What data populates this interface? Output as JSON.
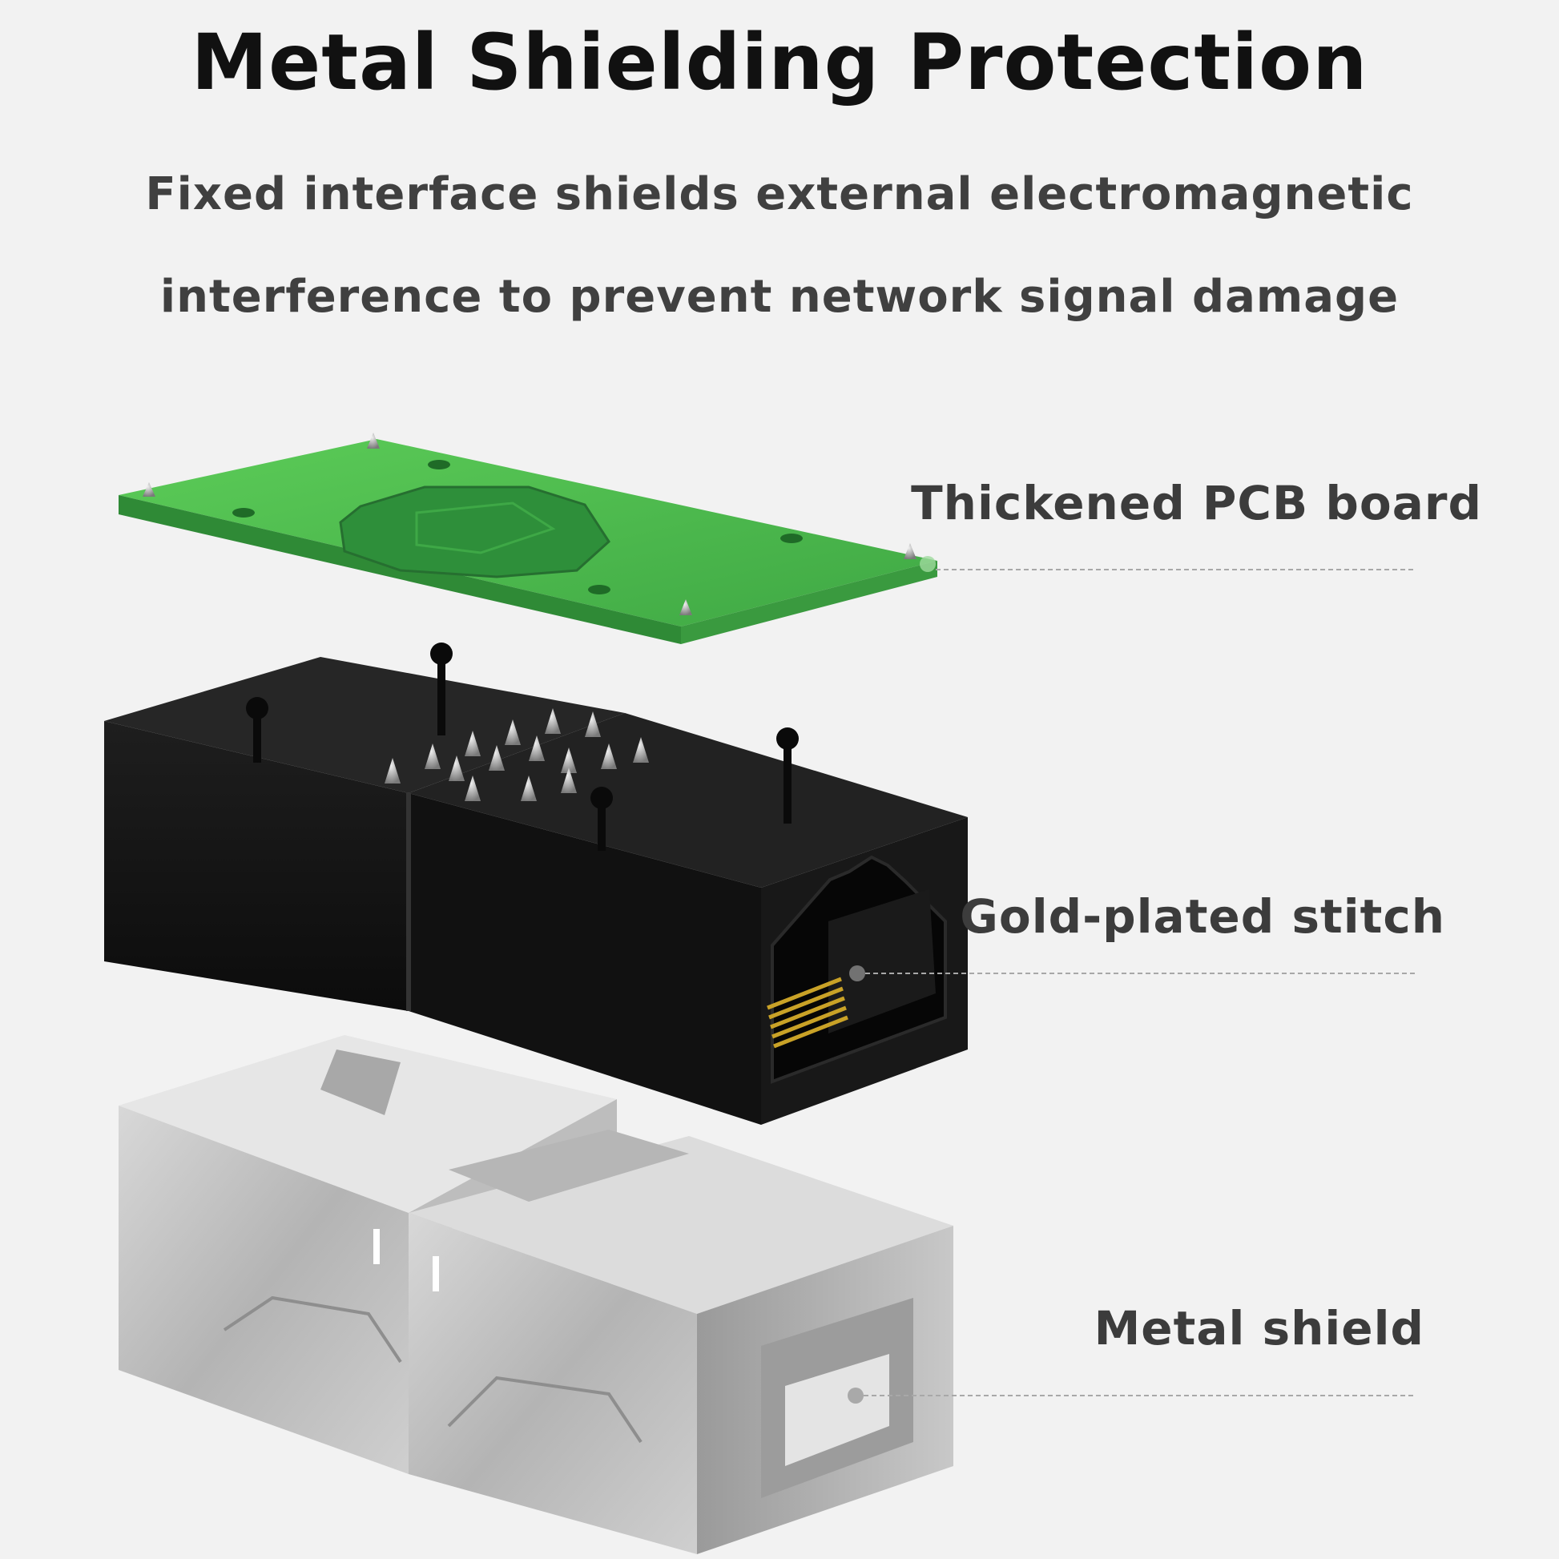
{
  "heading": {
    "title": "Metal Shielding Protection",
    "subtitle_line1": "Fixed interface shields external electromagnetic",
    "subtitle_line2": "interference to prevent network signal damage"
  },
  "callouts": [
    {
      "id": "pcb",
      "label": "Thickened PCB board"
    },
    {
      "id": "gold",
      "label": "Gold-plated stitch"
    },
    {
      "id": "metal",
      "label": "Metal shield"
    }
  ],
  "colors": {
    "background": "#f2f2f2",
    "pcb_green": "#4cb84e",
    "connector_black": "#141414",
    "shield_silver": "#c4c4c4",
    "gold_pins": "#c9a227"
  }
}
